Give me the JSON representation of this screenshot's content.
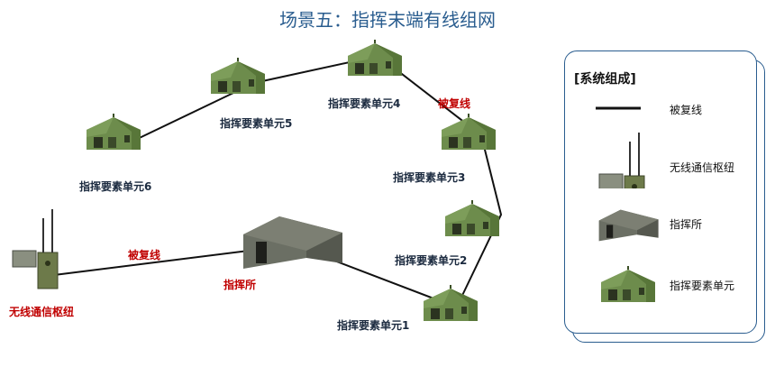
{
  "title": "场景五：指挥末端有线组网",
  "nodes": {
    "radio": "无线通信枢纽",
    "command_post": "指挥所",
    "unit1": "指挥要素单元1",
    "unit2": "指挥要素单元2",
    "unit3": "指挥要素单元3",
    "unit4": "指挥要素单元4",
    "unit5": "指挥要素单元5",
    "unit6": "指挥要素单元6"
  },
  "cable_labels": {
    "left": "被复线",
    "right": "被复线"
  },
  "legend": {
    "title": "[系统组成]",
    "items": [
      "被复线",
      "无线通信枢纽",
      "指挥所",
      "指挥要素单元"
    ]
  },
  "colors": {
    "title": "#2a5d8f",
    "accent_red": "#c00000",
    "tent": "#5f7f43",
    "cable": "#111111"
  }
}
